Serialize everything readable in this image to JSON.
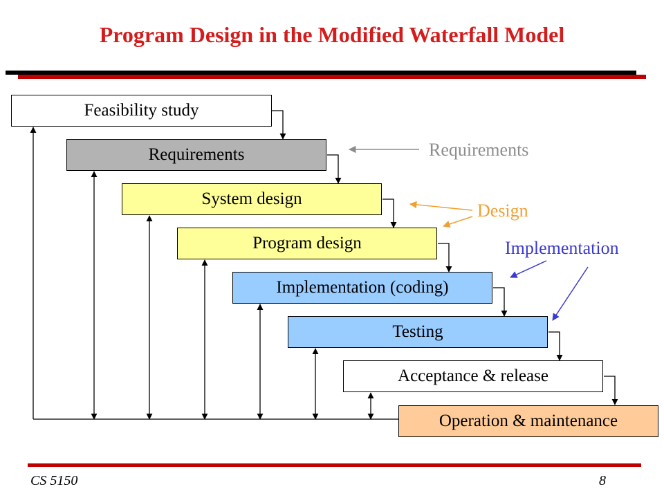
{
  "title": "Program Design in the Modified Waterfall Model",
  "stages": [
    {
      "label": "Feasibility study",
      "color": "#ffffff"
    },
    {
      "label": "Requirements",
      "color": "#b3b3b3"
    },
    {
      "label": "System design",
      "color": "#ffff99"
    },
    {
      "label": "Program design",
      "color": "#ffff99"
    },
    {
      "label": "Implementation  (coding)",
      "color": "#99ccff"
    },
    {
      "label": "Testing",
      "color": "#99ccff"
    },
    {
      "label": "Acceptance & release",
      "color": "#ffffff"
    },
    {
      "label": "Operation & maintenance",
      "color": "#ffcc99"
    }
  ],
  "callouts": {
    "requirements": {
      "label": "Requirements",
      "color": "#8c8c8c"
    },
    "design": {
      "label": "Design",
      "color": "#f0a030"
    },
    "implementation": {
      "label": "Implementation",
      "color": "#3a3ad0"
    }
  },
  "footer": {
    "course": "CS 5150",
    "page": "8"
  }
}
